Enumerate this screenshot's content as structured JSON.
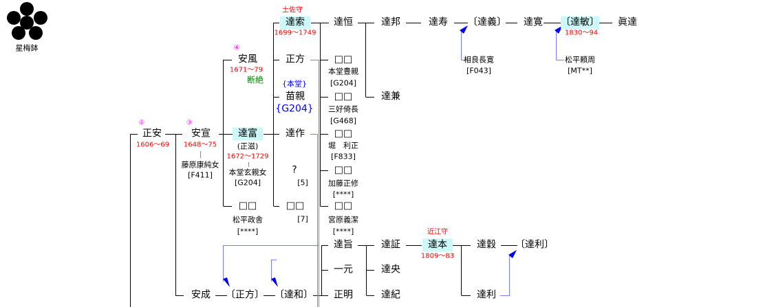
{
  "crest": {
    "label": "星梅鉢"
  },
  "gen": {
    "g2": "②",
    "g3": "③",
    "g4": "④"
  },
  "col1": {
    "masayasu": "正安",
    "masayasu_dates": "1606～69"
  },
  "col2": {
    "yasunobu": "安宣",
    "yasunobu_dates": "1648～75",
    "wife": "藤原康純女",
    "wife_code": "[F411]",
    "yasunari": "安成"
  },
  "col3": {
    "yasukaze": "安風",
    "yasukaze_dates": "1671～79",
    "yasukaze_note": "断絶",
    "michitomi": "達富",
    "michitomi_alt": "(正滋)",
    "michitomi_dates": "1672～1729",
    "wife": "本堂玄親女",
    "wife_code": "[G204]",
    "unknown": "□□",
    "spouse": "松平政舎",
    "spouse_code": "[****]",
    "masakata_adopt": "〔正方〕"
  },
  "col4": {
    "title": "土佐守",
    "michitaka": "達索",
    "michitaka_dates": "1699～1749",
    "masakata": "正方",
    "naechika_house": "{本堂}",
    "naechika": "苗親",
    "naechika_code": "{G204}",
    "michisaku": "達作",
    "q": "?",
    "q_note": "[5]",
    "unknown": "□□",
    "unknown_note": "[7]",
    "michikazu": "〔達和〕"
  },
  "col5": {
    "michitsune": "達恒",
    "daughters": [
      {
        "name": "□□",
        "spouse": "本堂豊親",
        "code": "[G204]"
      },
      {
        "name": "□□",
        "spouse": "三好倚長",
        "code": "[G468]"
      },
      {
        "name": "□□",
        "spouse": "堀　利正",
        "code": "[F833]"
      },
      {
        "name": "□□",
        "spouse": "加藤正修",
        "code": "[****]"
      },
      {
        "name": "□□",
        "spouse": "宮原義潔",
        "code": "[****]"
      }
    ],
    "michimune": "達旨",
    "kazumoto": "一元",
    "masaaki": "正明"
  },
  "col6": {
    "michikuni": "達邦",
    "michikane": "達兼",
    "michiakashi": "達証",
    "michihisa": "達央",
    "michinori": "達紀"
  },
  "line_top": {
    "michihisa2": "達寿",
    "michiyoshi": "〔達義〕",
    "michihiro": "達寛",
    "michitoshi": "〔達敏〕",
    "michitoshi_dates": "1830～94",
    "masamichi": "眞達",
    "adopt1": "相良長寛",
    "adopt1_code": "[F043]",
    "adopt2": "松平頼周",
    "adopt2_code": "[MT**]"
  },
  "line_bottom": {
    "title": "近江守",
    "michimoto": "達本",
    "michimoto_dates": "1809～83",
    "michitake": "達穀",
    "michitoshi": "達利",
    "michitoshi_adopt": "〔達利〕"
  }
}
